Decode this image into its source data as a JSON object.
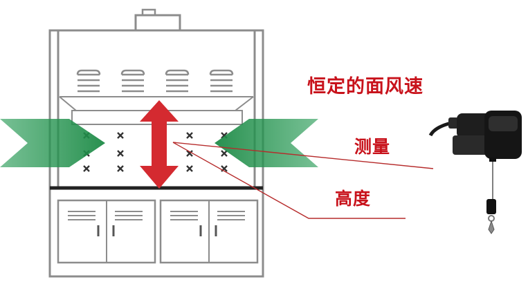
{
  "labels": {
    "title": "恒定的面风速",
    "measure": "测量",
    "height": "高度"
  },
  "colors": {
    "label_text": "#c8121b",
    "double_arrow": "#d42a30",
    "side_arrows": "#2e9e5b",
    "cabinet_line": "#8c8c8c",
    "pointer_lines": "#b62b2b",
    "sensor_body": "#1a1a1a"
  },
  "icons": {
    "cabinet": "fume-hood-icon",
    "sash_opening_arrow": "double-arrow-vertical-icon",
    "airflow_left": "airflow-arrow-right-icon",
    "airflow_right": "airflow-arrow-left-icon",
    "sensor": "draw-wire-sensor-icon"
  }
}
